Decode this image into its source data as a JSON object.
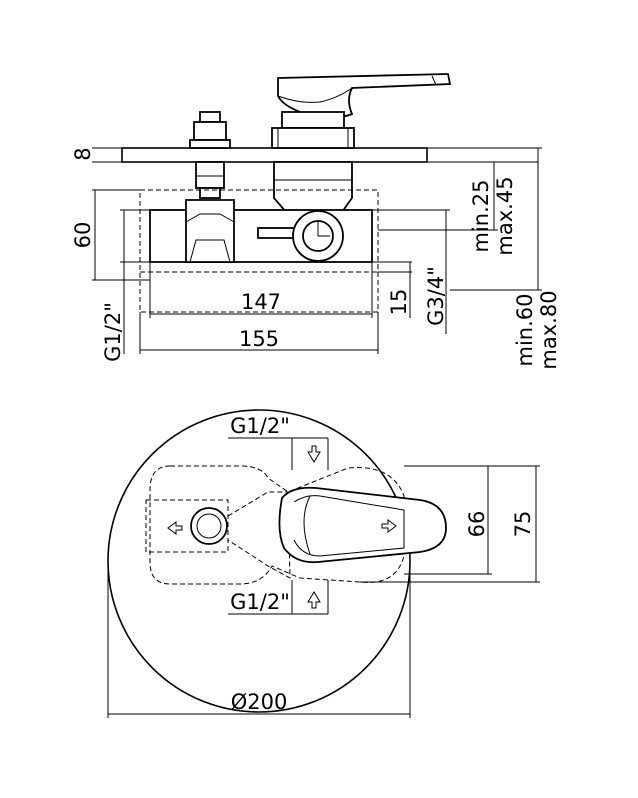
{
  "labels": {
    "plate_thickness": "8",
    "body_height": "60",
    "depth_range": "min.25 max.45",
    "depth_min": "min.25",
    "depth_max": "max.45",
    "inlet_thread_side": "G1/2\"",
    "outlet_thread": "G3/4\"",
    "width_inner": "147",
    "width_outer": "155",
    "offset": "15",
    "total_min": "min.60",
    "total_max": "max.80",
    "inlet_top": "G1/2\"",
    "inlet_bottom": "G1/2\"",
    "height_inner": "66",
    "height_outer": "75",
    "plate_diameter": "Ø200"
  }
}
